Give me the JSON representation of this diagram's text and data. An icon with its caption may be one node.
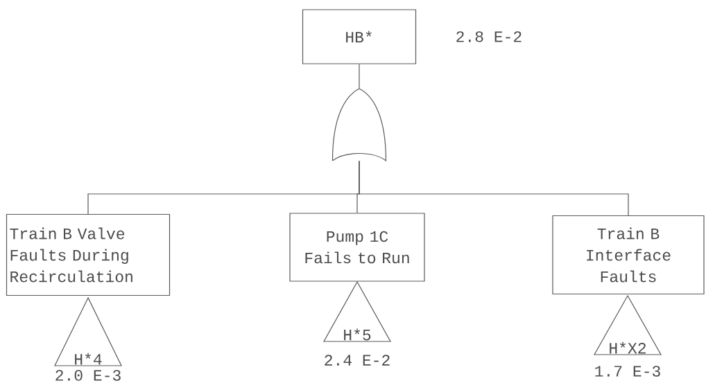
{
  "diagram": {
    "nodes": [
      {
        "text": [
          "HB*"
        ],
        "beside": [
          "2.8 E-2"
        ]
      },
      {
        "text": [],
        "shape": "gate"
      },
      {
        "text": [
          "Train B Valve Faults During Recirculation"
        ]
      },
      {
        "text": [
          "Pump 1C Fails to Run"
        ]
      },
      {
        "text": [
          "Train B Interface Faults"
        ]
      },
      {
        "text": [
          "H*4"
        ],
        "beside": [
          "2.0 E-3"
        ]
      },
      {
        "text": [
          "H*5"
        ],
        "beside": [
          "2.4 E-2"
        ]
      },
      {
        "text": [
          "H*X2"
        ],
        "beside": [
          "1.7 E-3"
        ]
      }
    ],
    "edges": [
      {
        "from": 0,
        "to": 1,
        "arrow": "none"
      },
      {
        "from": 1,
        "to": 2,
        "arrow": "none"
      },
      {
        "from": 1,
        "to": 3,
        "arrow": "none"
      },
      {
        "from": 1,
        "to": 4,
        "arrow": "none"
      }
    ]
  }
}
